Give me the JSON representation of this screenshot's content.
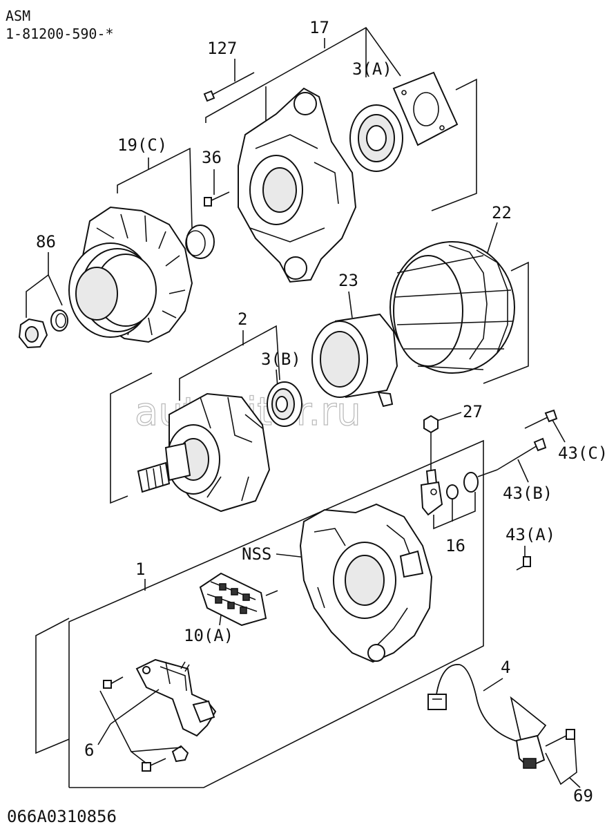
{
  "header": {
    "line1": "ASM",
    "line2": "1-81200-590-*"
  },
  "footer_code": "066A0310856",
  "watermark": "autopiter.ru",
  "callouts": {
    "c127": "127",
    "c17": "17",
    "c3a": "3(A)",
    "c36": "36",
    "c19c": "19(C)",
    "c86": "86",
    "c22": "22",
    "c23": "23",
    "c2": "2",
    "c3b": "3(B)",
    "c27": "27",
    "c43c": "43(C)",
    "c43b": "43(B)",
    "c16": "16",
    "c43a": "43(A)",
    "cnss": "NSS",
    "c1": "1",
    "c10a": "10(A)",
    "c4": "4",
    "c6": "6",
    "c69": "69"
  }
}
